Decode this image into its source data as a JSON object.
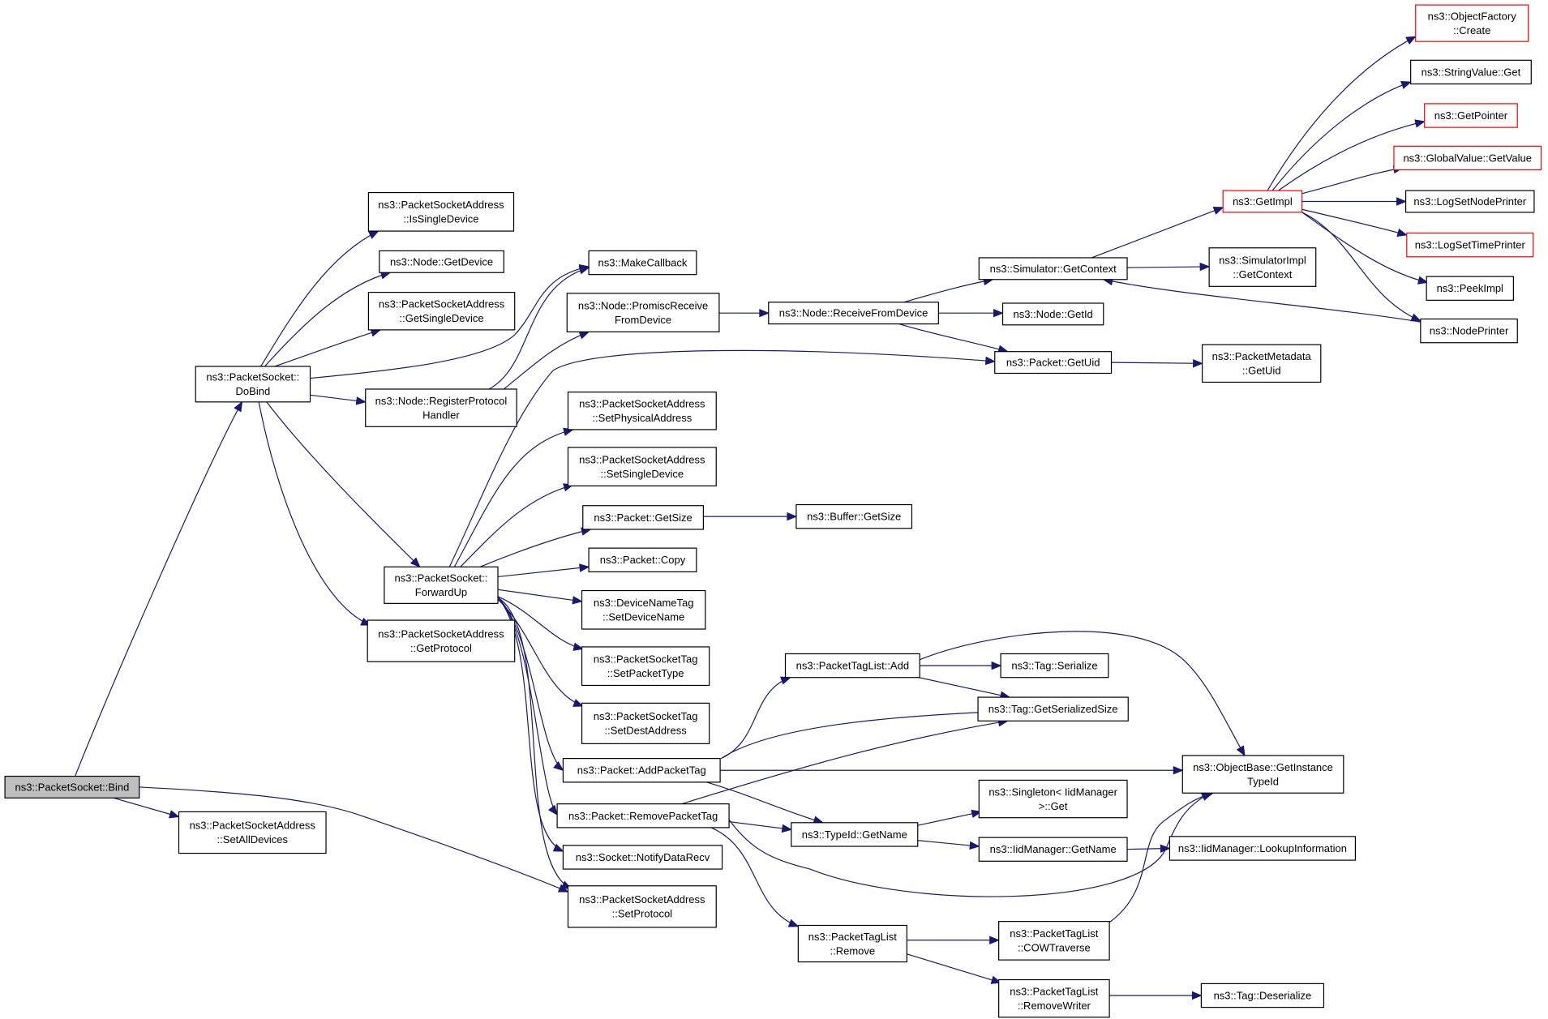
{
  "graph": {
    "nodes": [
      {
        "id": "bind",
        "lines": [
          "ns3::PacketSocket::Bind"
        ],
        "style": "root"
      },
      {
        "id": "dobind",
        "lines": [
          "ns3::PacketSocket::",
          "DoBind"
        ],
        "style": "normal"
      },
      {
        "id": "setalldevices",
        "lines": [
          "ns3::PacketSocketAddress",
          "::SetAllDevices"
        ],
        "style": "normal"
      },
      {
        "id": "setprotocol",
        "lines": [
          "ns3::PacketSocketAddress",
          "::SetProtocol"
        ],
        "style": "normal"
      },
      {
        "id": "issingledevice",
        "lines": [
          "ns3::PacketSocketAddress",
          "::IsSingleDevice"
        ],
        "style": "normal"
      },
      {
        "id": "nodegetdevice",
        "lines": [
          "ns3::Node::GetDevice"
        ],
        "style": "normal"
      },
      {
        "id": "getsingledevice",
        "lines": [
          "ns3::PacketSocketAddress",
          "::GetSingleDevice"
        ],
        "style": "normal"
      },
      {
        "id": "registerprotocol",
        "lines": [
          "ns3::Node::RegisterProtocol",
          "Handler"
        ],
        "style": "normal"
      },
      {
        "id": "forwardup",
        "lines": [
          "ns3::PacketSocket::",
          "ForwardUp"
        ],
        "style": "normal"
      },
      {
        "id": "getprotocol",
        "lines": [
          "ns3::PacketSocketAddress",
          "::GetProtocol"
        ],
        "style": "normal"
      },
      {
        "id": "makecallback",
        "lines": [
          "ns3::MakeCallback"
        ],
        "style": "normal"
      },
      {
        "id": "promiscreceive",
        "lines": [
          "ns3::Node::PromiscReceive",
          "FromDevice"
        ],
        "style": "normal"
      },
      {
        "id": "setphysical",
        "lines": [
          "ns3::PacketSocketAddress",
          "::SetPhysicalAddress"
        ],
        "style": "normal"
      },
      {
        "id": "setsingledevice",
        "lines": [
          "ns3::PacketSocketAddress",
          "::SetSingleDevice"
        ],
        "style": "normal"
      },
      {
        "id": "packetgetsize",
        "lines": [
          "ns3::Packet::GetSize"
        ],
        "style": "normal"
      },
      {
        "id": "packetcopy",
        "lines": [
          "ns3::Packet::Copy"
        ],
        "style": "normal"
      },
      {
        "id": "setdevicename",
        "lines": [
          "ns3::DeviceNameTag",
          "::SetDeviceName"
        ],
        "style": "normal"
      },
      {
        "id": "setpackettype",
        "lines": [
          "ns3::PacketSocketTag",
          "::SetPacketType"
        ],
        "style": "normal"
      },
      {
        "id": "setdestaddress",
        "lines": [
          "ns3::PacketSocketTag",
          "::SetDestAddress"
        ],
        "style": "normal"
      },
      {
        "id": "addpackettag",
        "lines": [
          "ns3::Packet::AddPacketTag"
        ],
        "style": "normal"
      },
      {
        "id": "removepackettag",
        "lines": [
          "ns3::Packet::RemovePacketTag"
        ],
        "style": "normal"
      },
      {
        "id": "notifydatarecv",
        "lines": [
          "ns3::Socket::NotifyDataRecv"
        ],
        "style": "normal"
      },
      {
        "id": "receivefromdevice",
        "lines": [
          "ns3::Node::ReceiveFromDevice"
        ],
        "style": "normal"
      },
      {
        "id": "buffergetsize",
        "lines": [
          "ns3::Buffer::GetSize"
        ],
        "style": "normal"
      },
      {
        "id": "taglistadd",
        "lines": [
          "ns3::PacketTagList::Add"
        ],
        "style": "normal"
      },
      {
        "id": "typeidgetname",
        "lines": [
          "ns3::TypeId::GetName"
        ],
        "style": "normal"
      },
      {
        "id": "taglistremove",
        "lines": [
          "ns3::PacketTagList",
          "::Remove"
        ],
        "style": "normal"
      },
      {
        "id": "simgetcontext",
        "lines": [
          "ns3::Simulator::GetContext"
        ],
        "style": "normal"
      },
      {
        "id": "nodegetid",
        "lines": [
          "ns3::Node::GetId"
        ],
        "style": "normal"
      },
      {
        "id": "packetgetuid",
        "lines": [
          "ns3::Packet::GetUid"
        ],
        "style": "normal"
      },
      {
        "id": "tagserialize",
        "lines": [
          "ns3::Tag::Serialize"
        ],
        "style": "normal"
      },
      {
        "id": "taggetserializedsize",
        "lines": [
          "ns3::Tag::GetSerializedSize"
        ],
        "style": "normal"
      },
      {
        "id": "singletonget",
        "lines": [
          "ns3::Singleton< IidManager",
          ">::Get"
        ],
        "style": "normal"
      },
      {
        "id": "iidgetname",
        "lines": [
          "ns3::IidManager::GetName"
        ],
        "style": "normal"
      },
      {
        "id": "cowtraverse",
        "lines": [
          "ns3::PacketTagList",
          "::COWTraverse"
        ],
        "style": "normal"
      },
      {
        "id": "removewriter",
        "lines": [
          "ns3::PacketTagList",
          "::RemoveWriter"
        ],
        "style": "normal"
      },
      {
        "id": "getimpl",
        "lines": [
          "ns3::GetImpl"
        ],
        "style": "trunc"
      },
      {
        "id": "simimplgetcontext",
        "lines": [
          "ns3::SimulatorImpl",
          "::GetContext"
        ],
        "style": "normal"
      },
      {
        "id": "metadatagetuid",
        "lines": [
          "ns3::PacketMetadata",
          "::GetUid"
        ],
        "style": "normal"
      },
      {
        "id": "getinstancetypeid",
        "lines": [
          "ns3::ObjectBase::GetInstance",
          "TypeId"
        ],
        "style": "normal"
      },
      {
        "id": "lookupinformation",
        "lines": [
          "ns3::IidManager::LookupInformation"
        ],
        "style": "normal"
      },
      {
        "id": "tagdeserialize",
        "lines": [
          "ns3::Tag::Deserialize"
        ],
        "style": "normal"
      },
      {
        "id": "objectfactorycreate",
        "lines": [
          "ns3::ObjectFactory",
          "::Create"
        ],
        "style": "trunc"
      },
      {
        "id": "stringvalueget",
        "lines": [
          "ns3::StringValue::Get"
        ],
        "style": "normal"
      },
      {
        "id": "getpointer",
        "lines": [
          "ns3::GetPointer"
        ],
        "style": "trunc"
      },
      {
        "id": "globalvalueget",
        "lines": [
          "ns3::GlobalValue::GetValue"
        ],
        "style": "trunc"
      },
      {
        "id": "logsetnodeprinter",
        "lines": [
          "ns3::LogSetNodePrinter"
        ],
        "style": "normal"
      },
      {
        "id": "logsettimeprinter",
        "lines": [
          "ns3::LogSetTimePrinter"
        ],
        "style": "trunc"
      },
      {
        "id": "peekimpl",
        "lines": [
          "ns3::PeekImpl"
        ],
        "style": "normal"
      },
      {
        "id": "nodeprinter",
        "lines": [
          "ns3::NodePrinter"
        ],
        "style": "normal"
      }
    ],
    "edges": [
      [
        "bind",
        "dobind"
      ],
      [
        "bind",
        "setalldevices"
      ],
      [
        "bind",
        "setprotocol"
      ],
      [
        "dobind",
        "issingledevice"
      ],
      [
        "dobind",
        "nodegetdevice"
      ],
      [
        "dobind",
        "getsingledevice"
      ],
      [
        "dobind",
        "makecallback"
      ],
      [
        "dobind",
        "registerprotocol"
      ],
      [
        "dobind",
        "forwardup"
      ],
      [
        "dobind",
        "getprotocol"
      ],
      [
        "registerprotocol",
        "makecallback"
      ],
      [
        "registerprotocol",
        "promiscreceive"
      ],
      [
        "promiscreceive",
        "receivefromdevice"
      ],
      [
        "forwardup",
        "packetgetuid"
      ],
      [
        "forwardup",
        "setphysical"
      ],
      [
        "forwardup",
        "setsingledevice"
      ],
      [
        "forwardup",
        "packetgetsize"
      ],
      [
        "forwardup",
        "packetcopy"
      ],
      [
        "forwardup",
        "setdevicename"
      ],
      [
        "forwardup",
        "setpackettype"
      ],
      [
        "forwardup",
        "setdestaddress"
      ],
      [
        "forwardup",
        "addpackettag"
      ],
      [
        "forwardup",
        "removepackettag"
      ],
      [
        "forwardup",
        "notifydatarecv"
      ],
      [
        "forwardup",
        "setprotocol"
      ],
      [
        "packetgetsize",
        "buffergetsize"
      ],
      [
        "receivefromdevice",
        "simgetcontext"
      ],
      [
        "receivefromdevice",
        "nodegetid"
      ],
      [
        "receivefromdevice",
        "packetgetuid"
      ],
      [
        "simgetcontext",
        "getimpl"
      ],
      [
        "simgetcontext",
        "simimplgetcontext"
      ],
      [
        "packetgetuid",
        "metadatagetuid"
      ],
      [
        "addpackettag",
        "taglistadd"
      ],
      [
        "addpackettag",
        "taggetserializedsize"
      ],
      [
        "addpackettag",
        "getinstancetypeid"
      ],
      [
        "addpackettag",
        "typeidgetname"
      ],
      [
        "removepackettag",
        "taggetserializedsize"
      ],
      [
        "removepackettag",
        "typeidgetname"
      ],
      [
        "removepackettag",
        "getinstancetypeid"
      ],
      [
        "removepackettag",
        "taglistremove"
      ],
      [
        "taglistadd",
        "tagserialize"
      ],
      [
        "taglistadd",
        "taggetserializedsize"
      ],
      [
        "taglistadd",
        "getinstancetypeid"
      ],
      [
        "typeidgetname",
        "singletonget"
      ],
      [
        "typeidgetname",
        "iidgetname"
      ],
      [
        "iidgetname",
        "lookupinformation"
      ],
      [
        "taglistremove",
        "cowtraverse"
      ],
      [
        "taglistremove",
        "removewriter"
      ],
      [
        "cowtraverse",
        "getinstancetypeid"
      ],
      [
        "removewriter",
        "tagdeserialize"
      ],
      [
        "getimpl",
        "objectfactorycreate"
      ],
      [
        "getimpl",
        "stringvalueget"
      ],
      [
        "getimpl",
        "getpointer"
      ],
      [
        "getimpl",
        "globalvalueget"
      ],
      [
        "getimpl",
        "logsetnodeprinter"
      ],
      [
        "getimpl",
        "logsettimeprinter"
      ],
      [
        "getimpl",
        "peekimpl"
      ],
      [
        "getimpl",
        "nodeprinter"
      ],
      [
        "nodeprinter",
        "simgetcontext"
      ]
    ]
  }
}
